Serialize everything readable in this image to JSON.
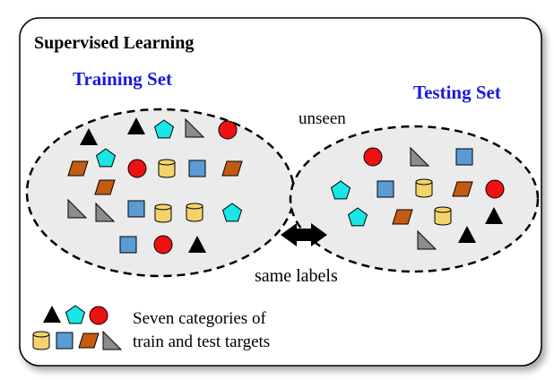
{
  "title": "Supervised Learning",
  "training_label": "Training Set",
  "testing_label": "Testing Set",
  "unseen_label": "unseen",
  "same_labels": "same labels",
  "legend": {
    "line1": "Seven categories of",
    "line2": "train and test targets"
  },
  "colors": {
    "set_title": "#1a1adb",
    "triangle": "#000000",
    "pentagon": "#19e6e6",
    "circle": "#ee1111",
    "cylinder": "#f5d36b",
    "square": "#5b9bd5",
    "parallelogram": "#c55a11",
    "right_triangle": "#8c8c8c"
  },
  "shape_types": [
    "triangle",
    "pentagon",
    "circle",
    "cylinder",
    "square",
    "parallelogram",
    "right-triangle"
  ]
}
